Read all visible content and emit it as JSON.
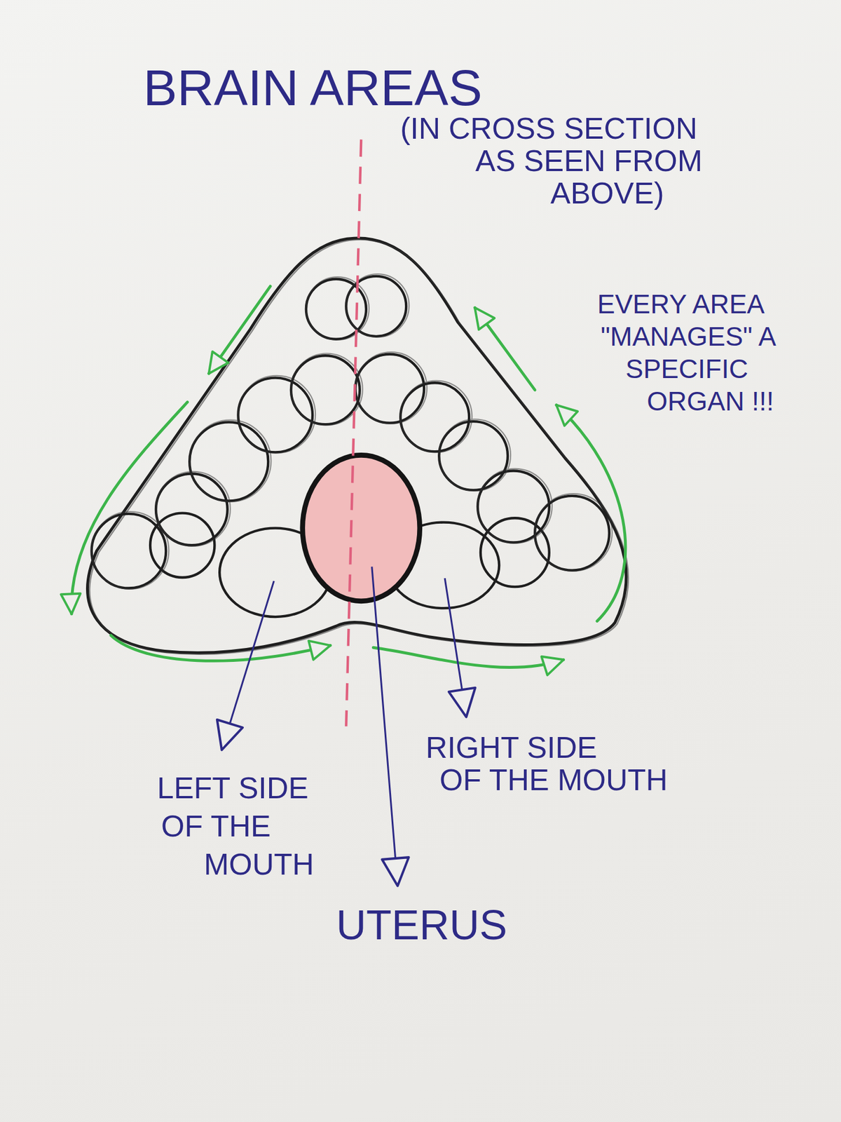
{
  "diagram": {
    "title": "BRAIN AREAS",
    "labels": [
      "(IN CROSS SECTION AS SEEN FROM ABOVE)",
      "EVERY AREA \"MANAGES\" A SPECIFIC ORGAN !!!",
      "LEFT SIDE OF THE MOUTH",
      "UTERUS",
      "RIGHT SIDE OF THE MOUTH"
    ]
  }
}
